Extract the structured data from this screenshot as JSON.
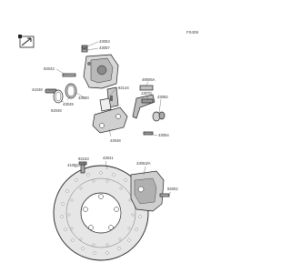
{
  "diagram_code": "F0409",
  "labels": {
    "p43053": "43053",
    "p43057": "43057",
    "p92043": "92043",
    "p41048": "41048",
    "p43049": "43049",
    "p92048": "92048",
    "p43020": "43020",
    "p92144": "92144",
    "p49006a": "49006A",
    "p13070": "13070",
    "p43082": "43082",
    "p43054": "43054",
    "p43048": "43048",
    "p41080": "41080",
    "p92153": "92153",
    "p43041": "43041",
    "p43053a": "43053/A",
    "p92002": "92002"
  },
  "colors": {
    "line": "#555555",
    "part_fill": "#d8d8d8",
    "part_dark": "#9a9a9a",
    "disc_fill": "#e6e6e6"
  },
  "icons": {
    "arrow_badge": "front-direction-arrow-icon"
  }
}
